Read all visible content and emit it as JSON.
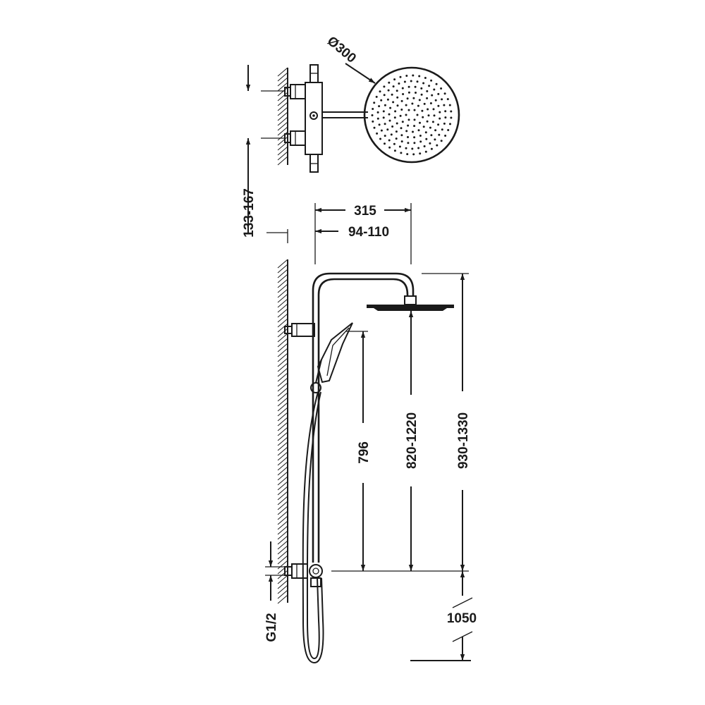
{
  "colors": {
    "ink": "#1a1a1a",
    "background": "#ffffff"
  },
  "dimensions": {
    "head_diameter": "Ø300",
    "wall_offset": "133-167",
    "arm_reach": "315",
    "arm_reach_adjust": "94-110",
    "hand_shower_height": "796",
    "head_height_adjust": "820-1220",
    "total_height_adjust": "930-1330",
    "mixer_height": "1050",
    "connection_thread": "G1/2"
  }
}
